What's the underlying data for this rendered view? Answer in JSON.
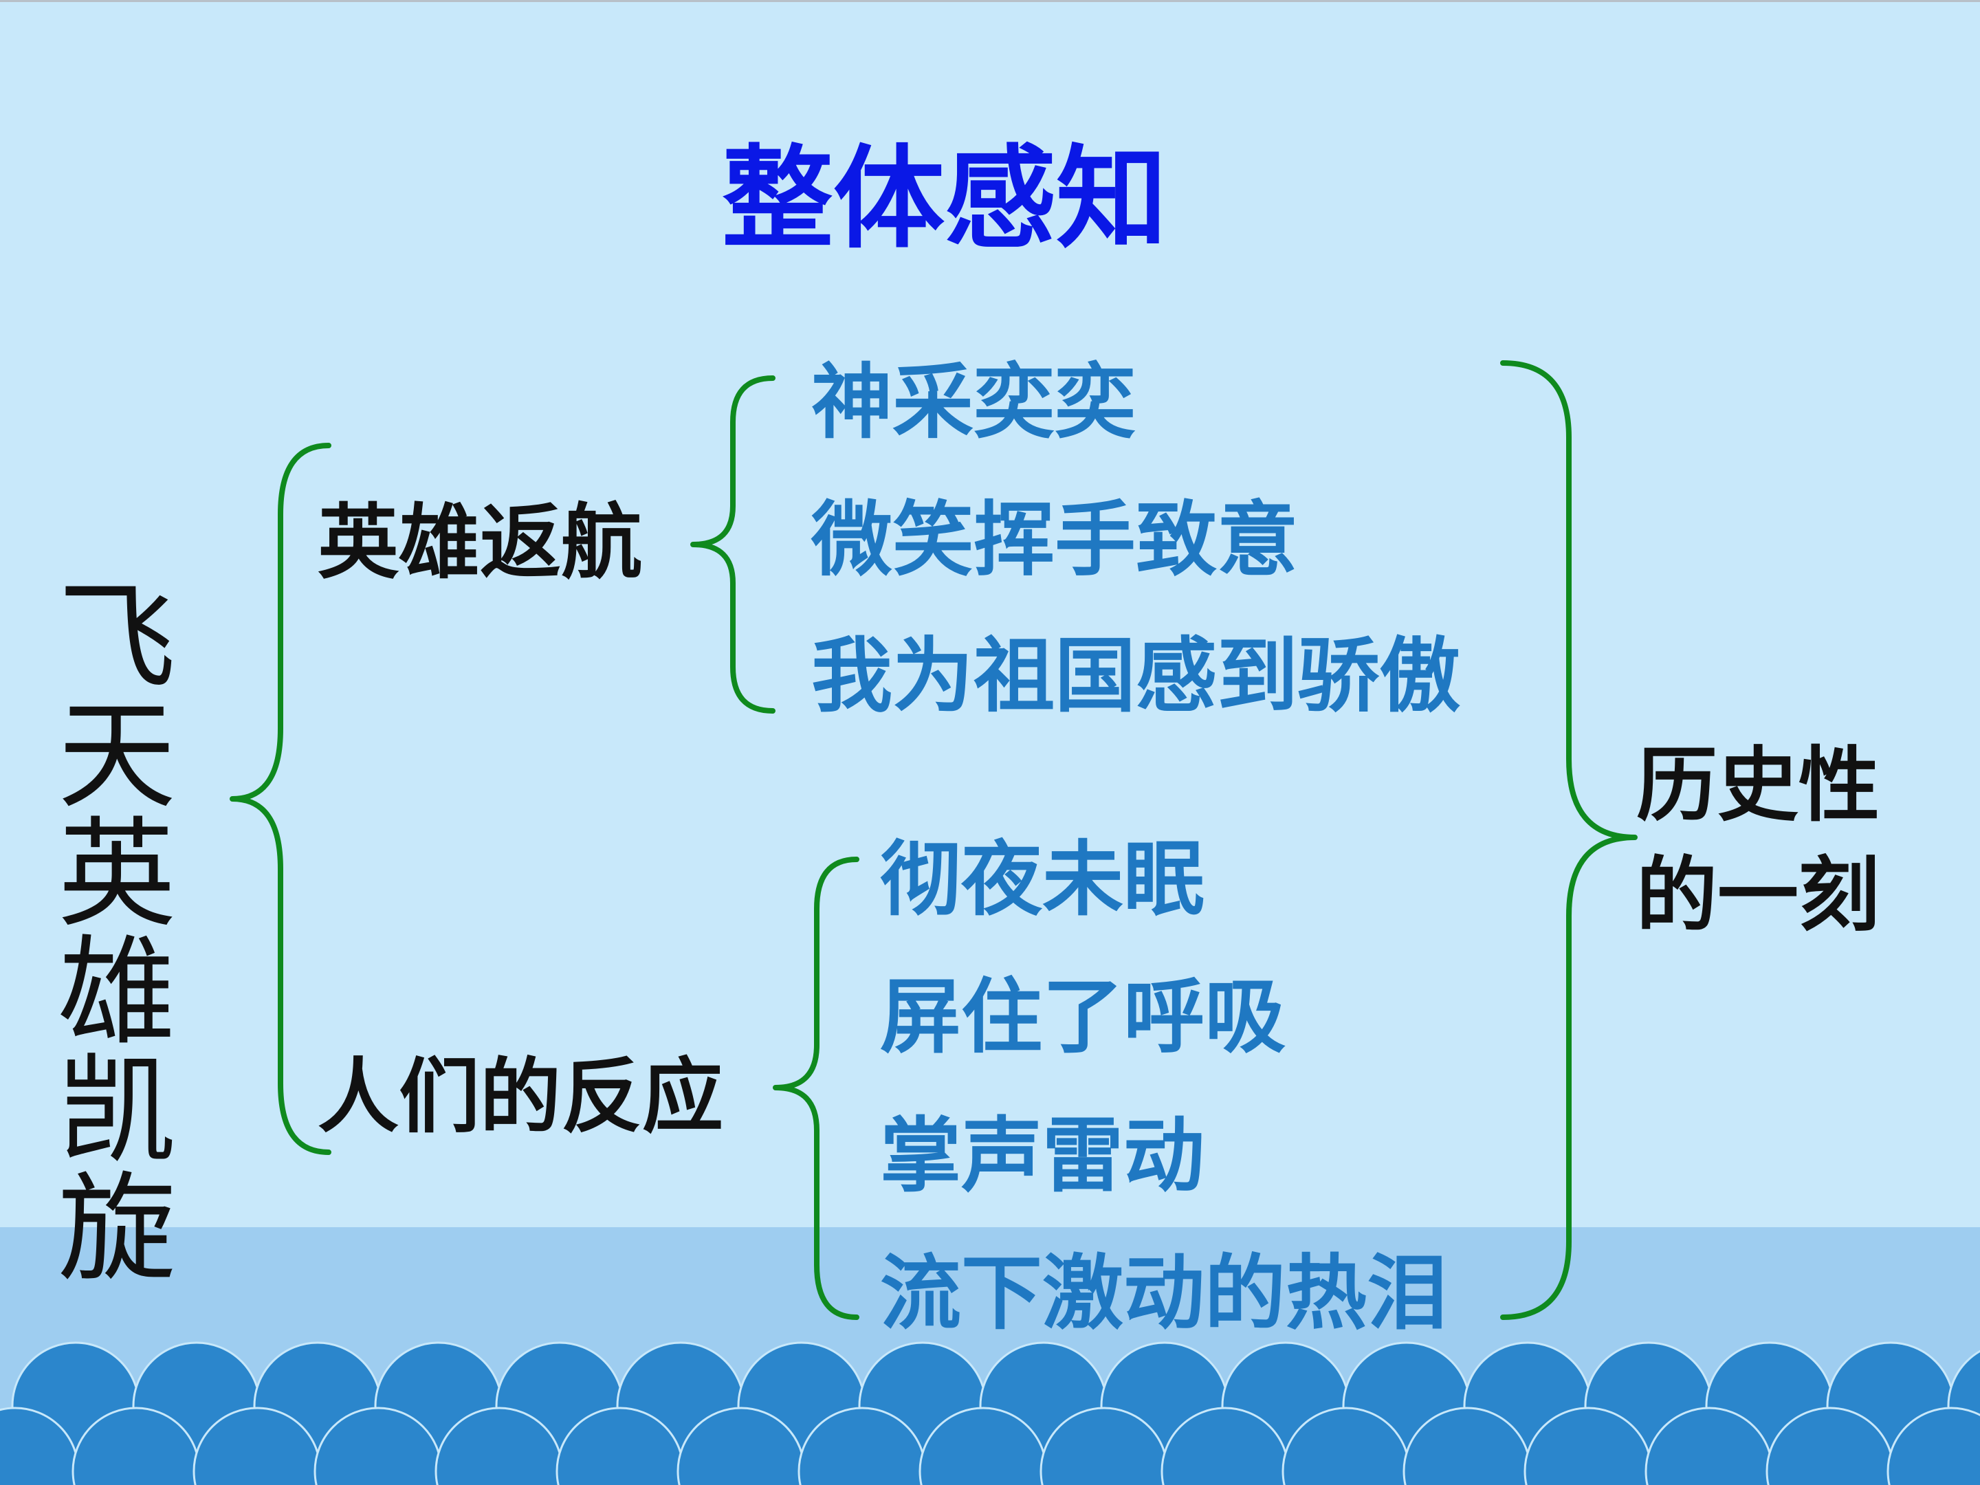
{
  "title": "整体感知",
  "vertical_title": "飞天英雄凯旋",
  "branches": [
    {
      "label": "英雄返航",
      "items": [
        "神采奕奕",
        "微笑挥手致意",
        "我为祖国感到骄傲"
      ]
    },
    {
      "label": "人们的反应",
      "items": [
        "彻夜未眠",
        "屏住了呼吸",
        "掌声雷动",
        "流下激动的热泪"
      ]
    }
  ],
  "conclusion": "历史性的一刻",
  "colors": {
    "background": "#c8e8fa",
    "title": "#0a18e6",
    "leaf_text": "#1f78c2",
    "bracket": "#0f8a1e",
    "wave": "#2b86cc",
    "band": "#9ecdf0"
  }
}
